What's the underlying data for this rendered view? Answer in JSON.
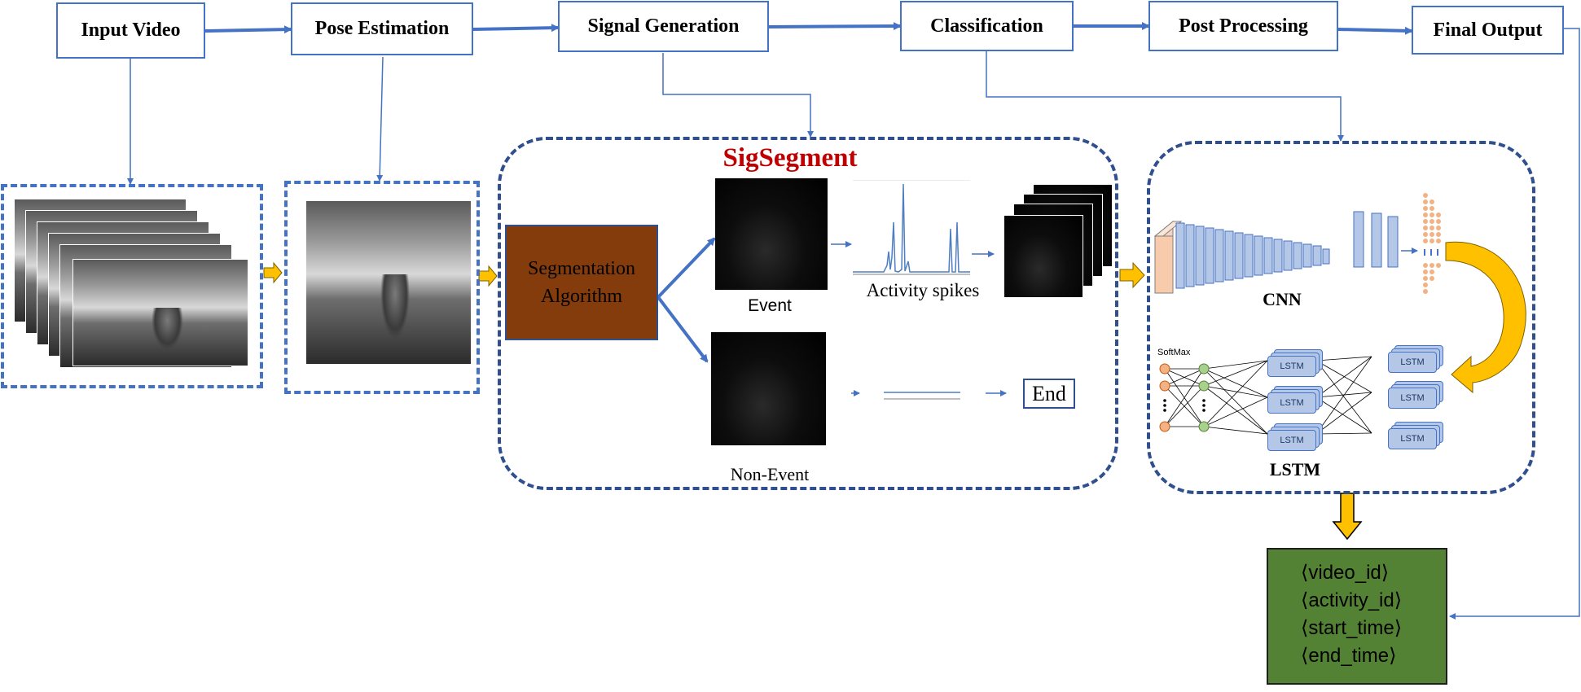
{
  "pipeline": {
    "stages": [
      {
        "label": "Input Video"
      },
      {
        "label": "Pose Estimation"
      },
      {
        "label": "Signal Generation"
      },
      {
        "label": "Classification"
      },
      {
        "label": "Post Processing"
      },
      {
        "label": "Final Output"
      }
    ]
  },
  "sigsegment": {
    "title": "SigSegment",
    "algorithm_line1": "Segmentation",
    "algorithm_line2": "Algorithm",
    "event_label": "Event",
    "spikes_label": "Activity  spikes",
    "nonevent_label": "Non-Event",
    "end_label": "End"
  },
  "classifier": {
    "cnn_label": "CNN",
    "lstm_label": "LSTM",
    "softmax_label": "SoftMax",
    "lstm_cell_label": "LSTM"
  },
  "output": {
    "fields": [
      "⟨video_id⟩",
      "⟨activity_id⟩",
      "⟨start_time⟩",
      "⟨end_time⟩"
    ]
  },
  "colors": {
    "box_border": "#4472c4",
    "title_red": "#c00000",
    "algorithm_fill": "#843c0c",
    "output_fill": "#548235",
    "arrow_orange": "#ffc000",
    "dashed_dark": "#2f4f8f"
  }
}
